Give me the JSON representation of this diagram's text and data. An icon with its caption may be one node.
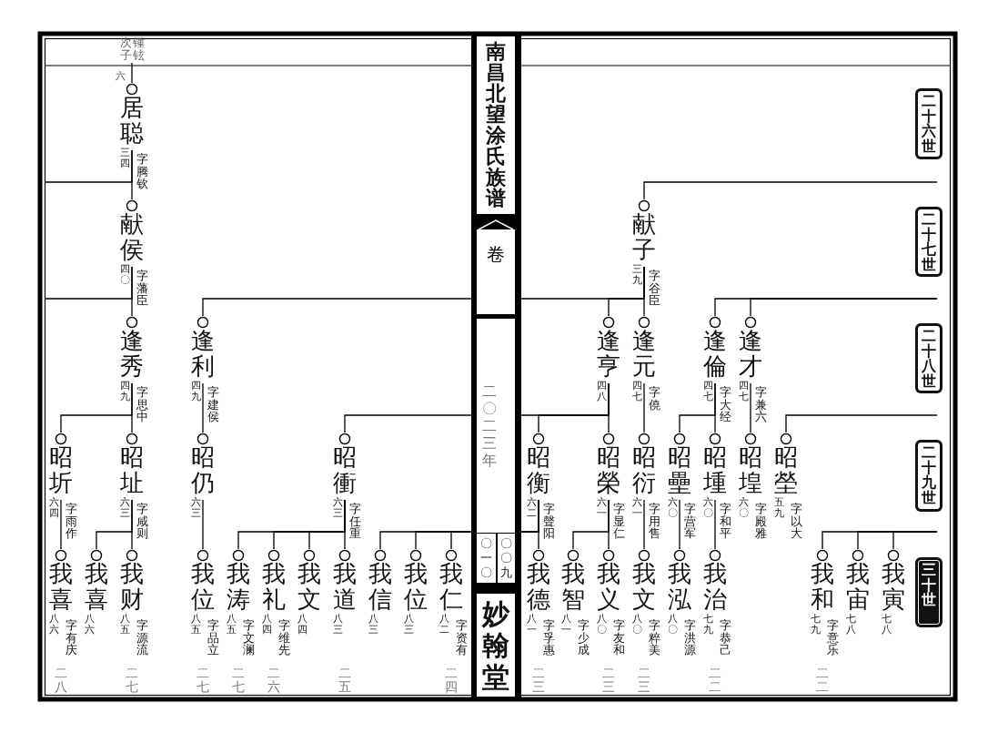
{
  "diagram": {
    "nodes": [
      {
        "text": [
          "二十六世"
        ]
      },
      {
        "text": [
          "二十七世"
        ]
      },
      {
        "text": [
          "二十八世"
        ]
      },
      {
        "text": [
          "二十九世"
        ]
      },
      {
        "text": [
          "三十世"
        ]
      },
      {
        "text": [
          "献子"
        ],
        "beside": [
          "三九",
          "字谷臣"
        ]
      },
      {
        "text": [
          "逢亨"
        ]
      },
      {
        "text": [
          "逢元"
        ],
        "beside": [
          "四七",
          "字僥"
        ]
      },
      {
        "text": [
          "逢倫"
        ],
        "beside": [
          "四七",
          "字大经"
        ]
      },
      {
        "text": [
          "逢才"
        ],
        "beside": [
          "四七",
          "字兼六"
        ]
      },
      {
        "text": [
          "昭衡"
        ],
        "beside": [
          "六二",
          "字聲阳"
        ]
      },
      {
        "text": [
          "昭榮"
        ],
        "beside": [
          "六一",
          "字显仁"
        ]
      },
      {
        "text": [
          "昭衍"
        ],
        "beside": [
          "六一",
          "字用售"
        ]
      },
      {
        "text": [
          "昭壘"
        ],
        "beside": [
          "六〇",
          "字营军"
        ]
      },
      {
        "text": [
          "昭堹"
        ],
        "beside": [
          "六〇",
          "字和平"
        ]
      },
      {
        "text": [
          "昭堭"
        ],
        "beside": [
          "六〇",
          "字殿雅"
        ]
      },
      {
        "text": [
          "昭塋"
        ],
        "beside": [
          "五九",
          "字以大"
        ]
      },
      {
        "text": [
          "我德"
        ],
        "beside": [
          "八一",
          "字孚惠",
          "二三"
        ]
      },
      {
        "text": [
          "我智"
        ],
        "beside": [
          "八一",
          "字少成"
        ]
      },
      {
        "text": [
          "我义"
        ],
        "beside": [
          "八〇",
          "字友和",
          "二三"
        ]
      },
      {
        "text": [
          "我文"
        ],
        "beside": [
          "八〇",
          "字粹美",
          "二三"
        ]
      },
      {
        "text": [
          "我泓"
        ],
        "beside": [
          "八〇",
          "字洪源"
        ]
      },
      {
        "text": [
          "我治"
        ],
        "beside": [
          "七九",
          "字恭己",
          "二二"
        ]
      },
      {
        "text": [
          "我和"
        ],
        "beside": [
          "七九",
          "字意乐",
          "二二"
        ]
      },
      {
        "text": [
          "我宙"
        ]
      },
      {
        "text": [
          "我寅"
        ]
      },
      {
        "text": [
          "南昌北望涂氏族谱"
        ]
      },
      {
        "text": [
          "卷"
        ]
      },
      {
        "text": [
          "二〇二三年"
        ]
      },
      {
        "text": [
          "〇〇九"
        ]
      },
      {
        "text": [
          "〇一〇"
        ]
      },
      {
        "text": [
          "妙翰堂"
        ]
      },
      {
        "text": [
          "居聪"
        ],
        "beside": [
          "六",
          "三四",
          "字腾钦"
        ]
      },
      {
        "text": [
          "献侯"
        ],
        "beside": [
          "四〇",
          "字藩臣"
        ]
      },
      {
        "text": [
          "逢秀"
        ],
        "beside": [
          "四九",
          "字思中"
        ]
      },
      {
        "text": [
          "逢利"
        ],
        "beside": [
          "四九",
          "字建侯"
        ]
      },
      {
        "text": [
          "昭圻"
        ],
        "beside": [
          "六四",
          "字雨作"
        ]
      },
      {
        "text": [
          "昭址"
        ],
        "beside": [
          "六三",
          "字咸则"
        ]
      },
      {
        "text": [
          "昭仍"
        ]
      },
      {
        "text": [
          "昭衝"
        ],
        "beside": [
          "六三",
          "字任重"
        ]
      },
      {
        "text": [
          "我喜"
        ],
        "beside": [
          "八六",
          "字有庆",
          "二八"
        ]
      },
      {
        "text": [
          "我喜"
        ]
      },
      {
        "text": [
          "我财"
        ],
        "beside": [
          "八五",
          "字源流",
          "二七"
        ]
      },
      {
        "text": [
          "我位"
        ],
        "beside": [
          "八五",
          "字品立",
          "二七"
        ]
      },
      {
        "text": [
          "我涛"
        ],
        "beside": [
          "八五",
          "字文澜",
          "二七"
        ]
      },
      {
        "text": [
          "我礼"
        ],
        "beside": [
          "八四",
          "字维先",
          "二六"
        ]
      },
      {
        "text": [
          "我文"
        ]
      },
      {
        "text": [
          "我道"
        ],
        "beside": [
          "八三",
          "二五"
        ]
      },
      {
        "text": [
          "我信"
        ]
      },
      {
        "text": [
          "我位"
        ]
      },
      {
        "text": [
          "我仁"
        ],
        "beside": [
          "八二",
          "字资有",
          "二四"
        ]
      },
      {
        "text": [
          "锺铉次子"
        ]
      }
    ],
    "edges": [
      {
        "from": null,
        "to": 5,
        "arrow": "none"
      },
      {
        "from": 5,
        "to": 6,
        "arrow": "none"
      },
      {
        "from": 5,
        "to": 7,
        "arrow": "none"
      },
      {
        "from": 5,
        "to": 35,
        "arrow": "none"
      },
      {
        "from": null,
        "to": 8,
        "arrow": "none"
      },
      {
        "from": null,
        "to": 9,
        "arrow": "none"
      },
      {
        "from": 6,
        "to": 10,
        "arrow": "none"
      },
      {
        "from": 6,
        "to": 11,
        "arrow": "none"
      },
      {
        "from": 6,
        "to": 39,
        "arrow": "none"
      },
      {
        "from": 7,
        "to": 12,
        "arrow": "none"
      },
      {
        "from": 8,
        "to": 13,
        "arrow": "none"
      },
      {
        "from": 8,
        "to": 14,
        "arrow": "none"
      },
      {
        "from": 9,
        "to": 15,
        "arrow": "none"
      },
      {
        "from": null,
        "to": 16,
        "arrow": "none"
      },
      {
        "from": 10,
        "to": 17,
        "arrow": "none"
      },
      {
        "from": 10,
        "to": 48,
        "arrow": "none"
      },
      {
        "from": 10,
        "to": 49,
        "arrow": "none"
      },
      {
        "from": 10,
        "to": 50,
        "arrow": "none"
      },
      {
        "from": 11,
        "to": 18,
        "arrow": "none"
      },
      {
        "from": 11,
        "to": 19,
        "arrow": "none"
      },
      {
        "from": 12,
        "to": 20,
        "arrow": "none"
      },
      {
        "from": 13,
        "to": 21,
        "arrow": "none"
      },
      {
        "from": 14,
        "to": 22,
        "arrow": "none"
      },
      {
        "from": null,
        "to": 23,
        "arrow": "none"
      },
      {
        "from": null,
        "to": 24,
        "arrow": "none"
      },
      {
        "from": null,
        "to": 25,
        "arrow": "none"
      },
      {
        "from": 51,
        "to": 32,
        "arrow": "none"
      },
      {
        "from": 32,
        "to": 33,
        "arrow": "none"
      },
      {
        "from": 32,
        "to": null,
        "arrow": "none"
      },
      {
        "from": 33,
        "to": 34,
        "arrow": "none"
      },
      {
        "from": 33,
        "to": null,
        "arrow": "none"
      },
      {
        "from": 34,
        "to": 36,
        "arrow": "none"
      },
      {
        "from": 34,
        "to": 37,
        "arrow": "none"
      },
      {
        "from": 35,
        "to": 38,
        "arrow": "none"
      },
      {
        "from": 36,
        "to": 40,
        "arrow": "none"
      },
      {
        "from": 37,
        "to": 41,
        "arrow": "none"
      },
      {
        "from": 37,
        "to": 42,
        "arrow": "none"
      },
      {
        "from": 38,
        "to": 43,
        "arrow": "none"
      },
      {
        "from": 39,
        "to": 44,
        "arrow": "none"
      },
      {
        "from": 39,
        "to": 45,
        "arrow": "none"
      },
      {
        "from": 39,
        "to": 46,
        "arrow": "none"
      },
      {
        "from": 39,
        "to": 47,
        "arrow": "none"
      }
    ],
    "labels": [
      "四八",
      "七八",
      "七八",
      "六三",
      "八六",
      "八四",
      "八三",
      "八三"
    ]
  }
}
